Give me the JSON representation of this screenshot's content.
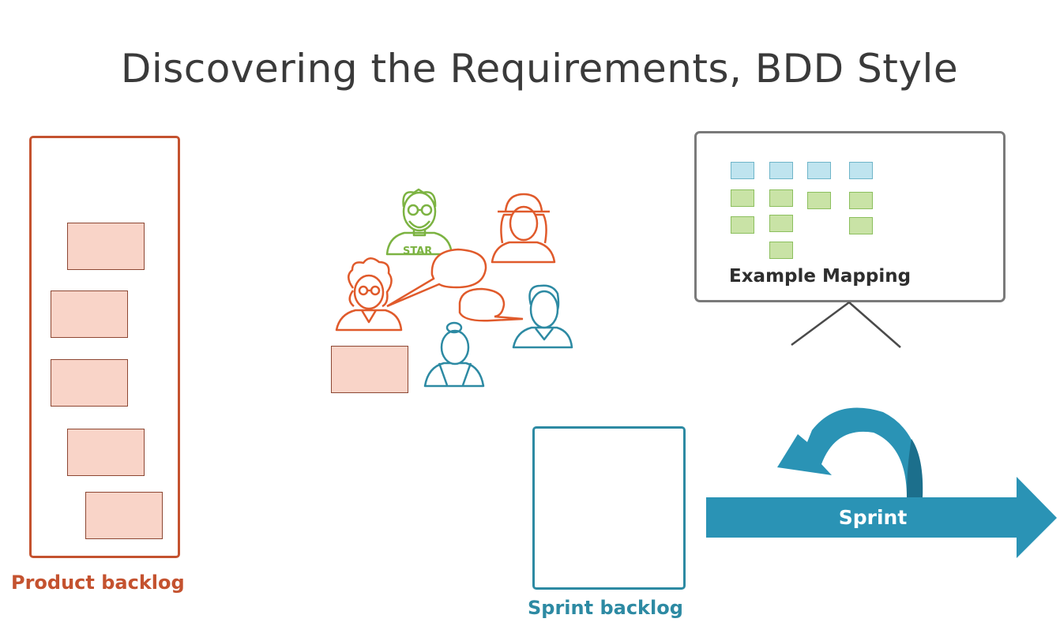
{
  "title": "Discovering the Requirements, BDD Style",
  "product_backlog": {
    "label": "Product backlog",
    "card_count": 5
  },
  "sprint_backlog": {
    "label": "Sprint backlog"
  },
  "example_mapping": {
    "label": "Example Mapping"
  },
  "sprint_arrow": {
    "label": "Sprint"
  },
  "people": {
    "badge_text": "STAR"
  },
  "colors": {
    "product": "#c4522f",
    "sprint": "#2d8aa3",
    "card_fill": "#f9d4c8",
    "sticky_blue": "#bfe4ef",
    "sticky_green": "#c9e3a6",
    "person_green": "#7cb342",
    "person_orange": "#e05a2b",
    "person_blue": "#2d8aa3"
  }
}
